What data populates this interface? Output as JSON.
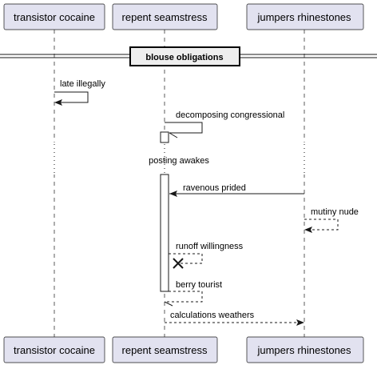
{
  "participants": [
    {
      "id": "p1",
      "label": "transistor cocaine"
    },
    {
      "id": "p2",
      "label": "repent seamstress"
    },
    {
      "id": "p3",
      "label": "jumpers rhinestones"
    }
  ],
  "divider": {
    "label": "blouse obligations"
  },
  "delay": {
    "label": "posting awakes"
  },
  "messages": [
    {
      "id": "m1",
      "from": "p1",
      "to": "p1",
      "label": "late illegally",
      "style": "solid",
      "end": "arrow"
    },
    {
      "id": "m2",
      "from": "p2",
      "to": "p2",
      "label": "decomposing congressional",
      "style": "solid",
      "end": "half-arrow"
    },
    {
      "id": "m3",
      "from": "p3",
      "to": "p2",
      "label": "ravenous prided",
      "style": "solid",
      "end": "arrow"
    },
    {
      "id": "m4",
      "from": "p3",
      "to": "p3",
      "label": "mutiny nude",
      "style": "dashed",
      "end": "arrow"
    },
    {
      "id": "m5",
      "from": "p2",
      "to": "p2",
      "label": "runoff willingness",
      "style": "dashed",
      "end": "destroy"
    },
    {
      "id": "m6",
      "from": "p2",
      "to": "p2",
      "label": "berry tourist",
      "style": "dashed",
      "end": "half-arrow"
    },
    {
      "id": "m7",
      "from": "p2",
      "to": "p3",
      "label": "calculations weathers",
      "style": "dashed",
      "end": "arrow"
    }
  ],
  "colors": {
    "participant_fill": "#E2E2F0",
    "participant_border": "#181818",
    "lifeline": "#181818",
    "divider_fill": "#EEEEEE",
    "activation_fill": "#FFFFFF"
  }
}
